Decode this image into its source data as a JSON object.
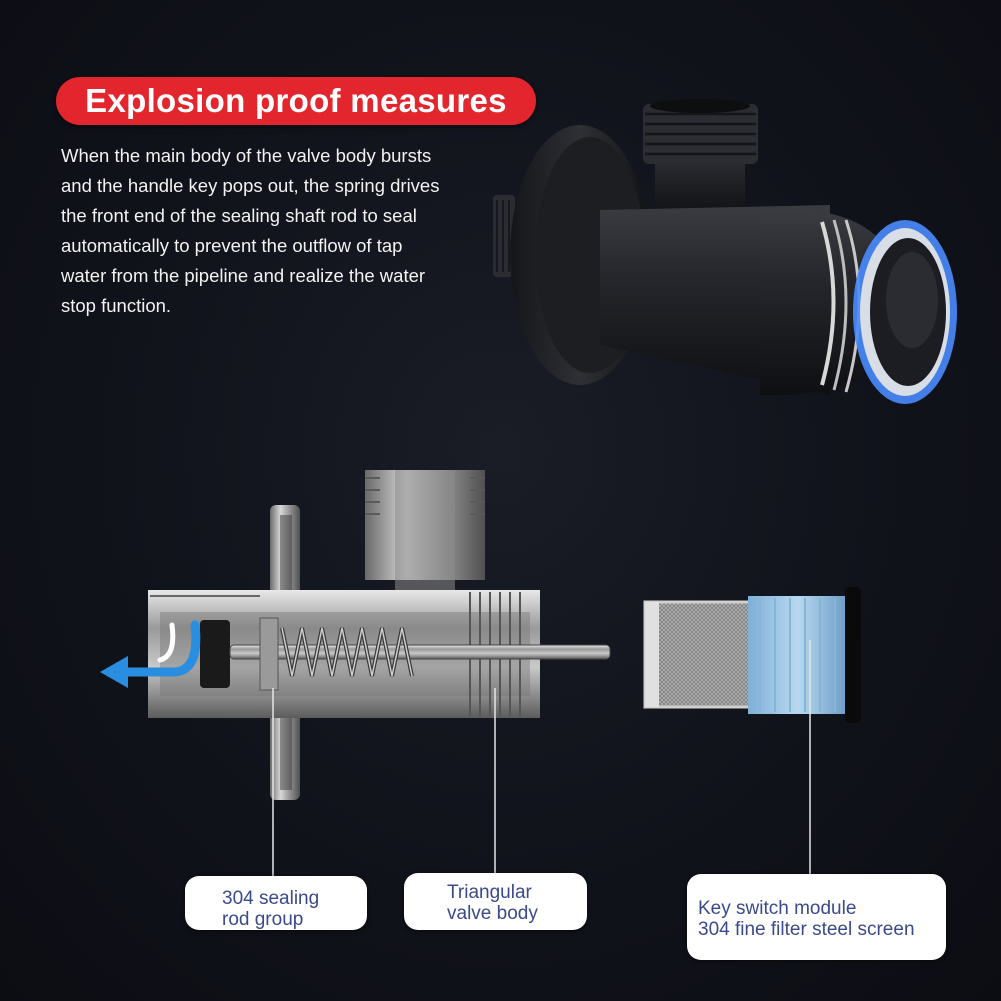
{
  "title": "Explosion proof measures",
  "description_lines": [
    "When the main body of the valve body bursts",
    "and the handle key pops out, the spring drives",
    "the front end of the sealing shaft rod to seal",
    "automatically to prevent the outflow of tap",
    "water from the pipeline and realize the water",
    "stop function."
  ],
  "callouts": {
    "sealing_rod": {
      "line1": "304 sealing",
      "line2": "rod group"
    },
    "valve_body": {
      "line1": "Triangular",
      "line2": "valve body"
    },
    "key_switch": {
      "line1": "Key switch module",
      "line2": "304 fine filter steel screen"
    }
  },
  "colors": {
    "title_pill": "#e3262e",
    "background": "#10121a",
    "label_text": "#3a4a8a",
    "flow_arrow": "#2a8ee0",
    "blue_ring": "#4a8cff"
  }
}
